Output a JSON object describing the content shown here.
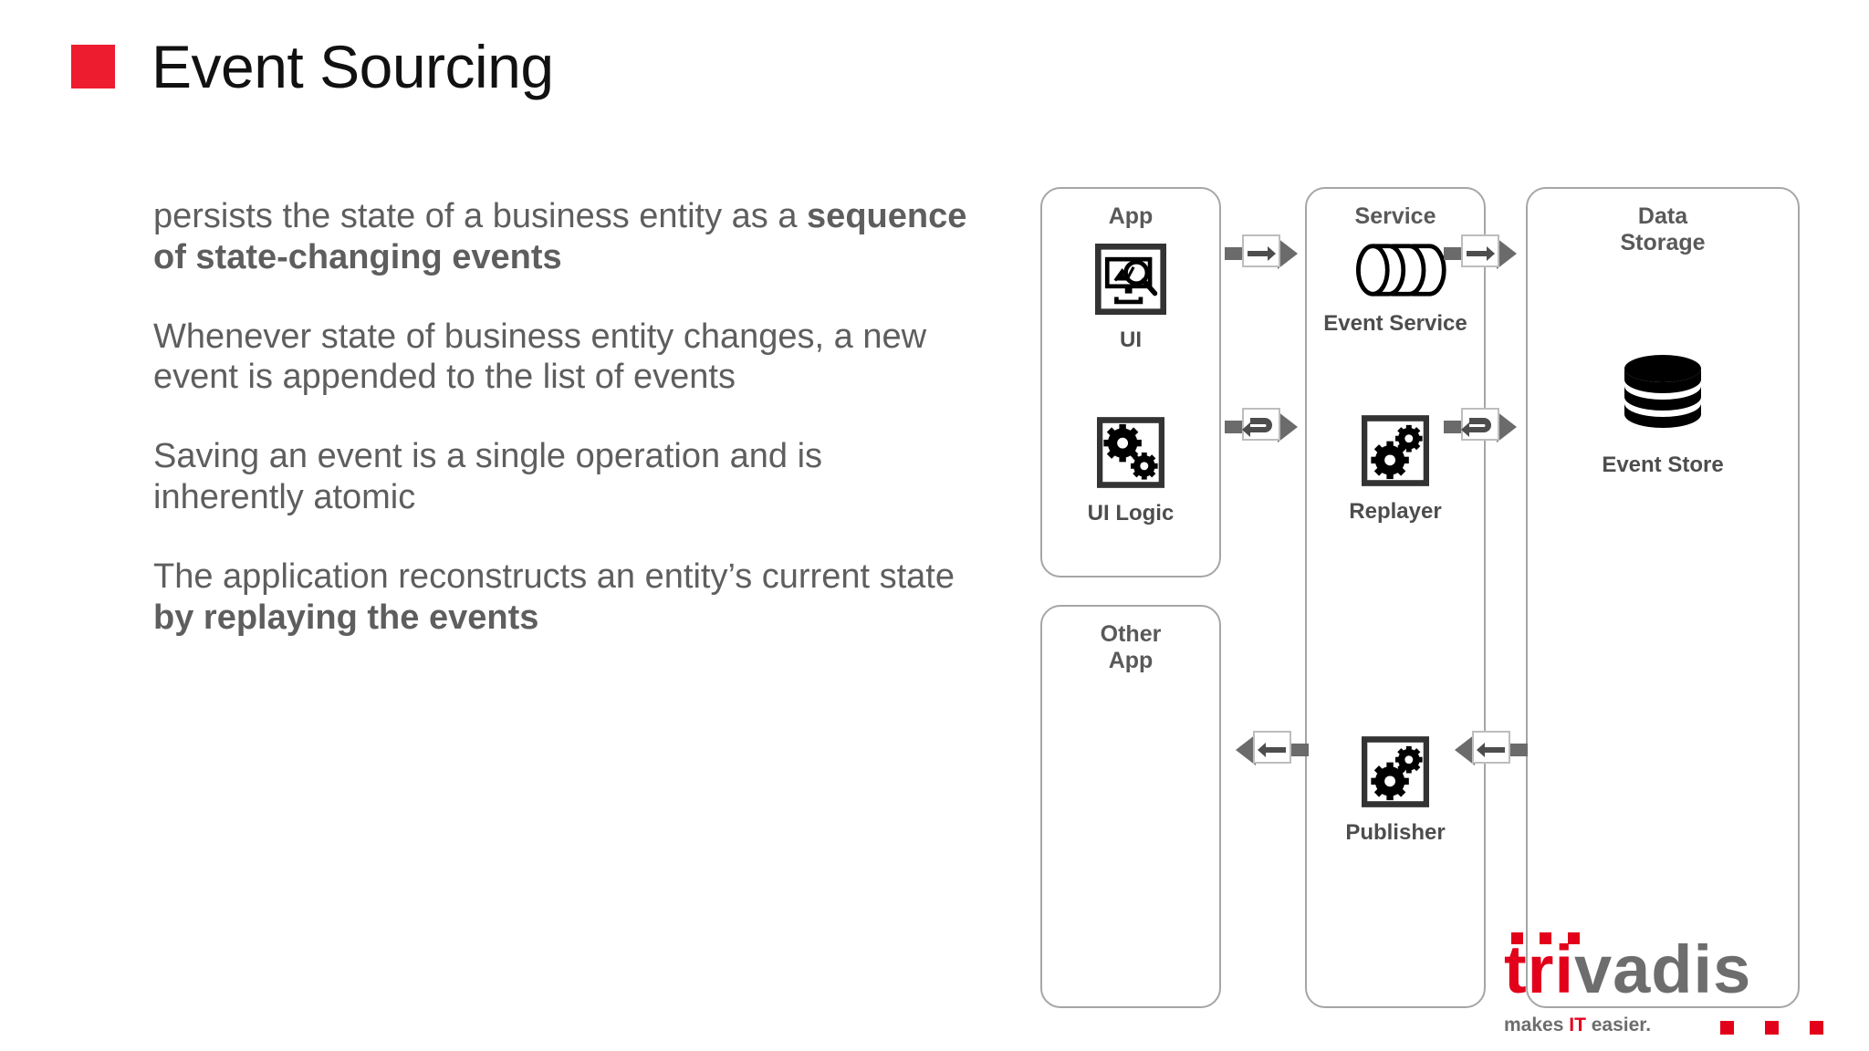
{
  "slide": {
    "title": "Event Sourcing",
    "accent_color": "#ed1c2e",
    "body_text_color": "#5e5e5e"
  },
  "body": {
    "paragraphs": [
      {
        "lead": "persists the state of a business entity as a ",
        "strong": "sequence of state-changing events",
        "tail": ""
      },
      {
        "lead": "Whenever state of business entity changes, a new event is appended to the list of events",
        "strong": "",
        "tail": ""
      },
      {
        "lead": "Saving an event is a single operation and is inherently atomic",
        "strong": "",
        "tail": ""
      },
      {
        "lead": "The application reconstructs an entity’s current state ",
        "strong": "by replaying the events",
        "tail": ""
      }
    ]
  },
  "diagram": {
    "groups": [
      {
        "id": "app",
        "title": "App"
      },
      {
        "id": "other_app",
        "title": "Other\nApp"
      },
      {
        "id": "service",
        "title": "Service"
      },
      {
        "id": "storage",
        "title": "Data\nStorage"
      }
    ],
    "nodes": [
      {
        "id": "ui",
        "caption": "UI",
        "icon": "monitor-magnifier-icon",
        "group": "app"
      },
      {
        "id": "ui_logic",
        "caption": "UI Logic",
        "icon": "gears-icon",
        "group": "app"
      },
      {
        "id": "event_service",
        "caption": "Event Service",
        "icon": "event-stream-icon",
        "group": "service"
      },
      {
        "id": "replayer",
        "caption": "Replayer",
        "icon": "gears-icon",
        "group": "service"
      },
      {
        "id": "publisher",
        "caption": "Publisher",
        "icon": "gears-icon",
        "group": "service"
      },
      {
        "id": "event_store",
        "caption": "Event Store",
        "icon": "database-icon",
        "group": "storage"
      }
    ],
    "arrows": [
      {
        "id": "ui-to-event-service",
        "direction": "right",
        "glyph": "straight-arrow-right-icon"
      },
      {
        "id": "ui-logic-to-replayer",
        "direction": "right",
        "glyph": "loop-arrow-icon"
      },
      {
        "id": "event-service-to-event-store",
        "direction": "right",
        "glyph": "straight-arrow-right-icon"
      },
      {
        "id": "replayer-to-event-store",
        "direction": "right",
        "glyph": "loop-arrow-icon"
      },
      {
        "id": "publisher-to-other-app",
        "direction": "left",
        "glyph": "straight-arrow-left-icon"
      },
      {
        "id": "event-store-to-publisher",
        "direction": "left",
        "glyph": "straight-arrow-left-icon"
      }
    ],
    "border_color": "#a6a6a6",
    "arrow_color": "#6b6b6b"
  },
  "logo": {
    "word_red": "tri",
    "word_gray": "vadis",
    "tagline_before": "makes ",
    "tagline_it": "IT",
    "tagline_after": " easier.",
    "red": "#e2001a",
    "gray": "#6d6d6d"
  }
}
